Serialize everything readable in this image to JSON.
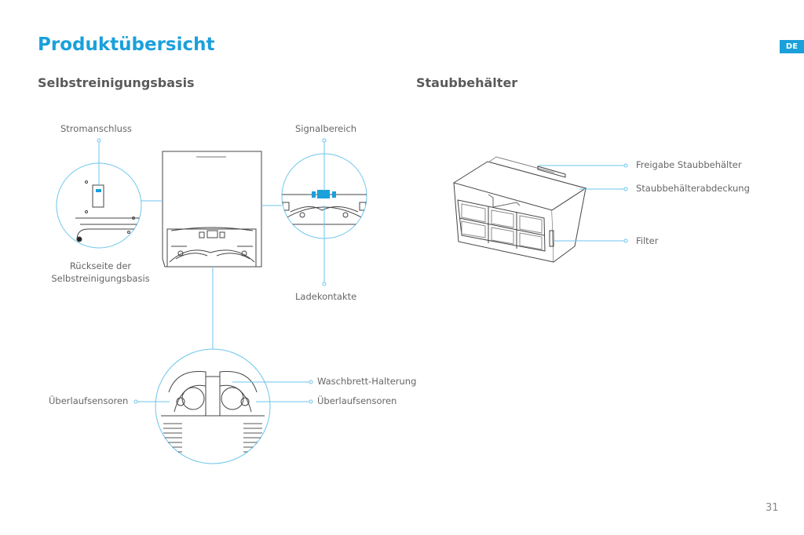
{
  "header": {
    "title": "Produktübersicht",
    "language_badge": "DE"
  },
  "sections": {
    "base": {
      "title": "Selbstreinigungsbasis",
      "labels": {
        "power_port": "Stromanschluss",
        "signal_area": "Signalbereich",
        "rear_side": "Rückseite der Selbstreinigungsbasis",
        "charging_contacts": "Ladekontakte",
        "washboard_holder": "Waschbrett-Halterung",
        "overflow_sensors_left": "Überlaufsensoren",
        "overflow_sensors_right": "Überlaufsensoren"
      }
    },
    "dustbin": {
      "title": "Staubbehälter",
      "labels": {
        "release": "Freigabe Staubbehälter",
        "cover": "Staubbehälterabdeckung",
        "filter": "Filter"
      }
    }
  },
  "footer": {
    "page_number": "31"
  },
  "colors": {
    "accent": "#1aa0db",
    "callout_line": "#6cc6ec",
    "outline": "#444444"
  }
}
